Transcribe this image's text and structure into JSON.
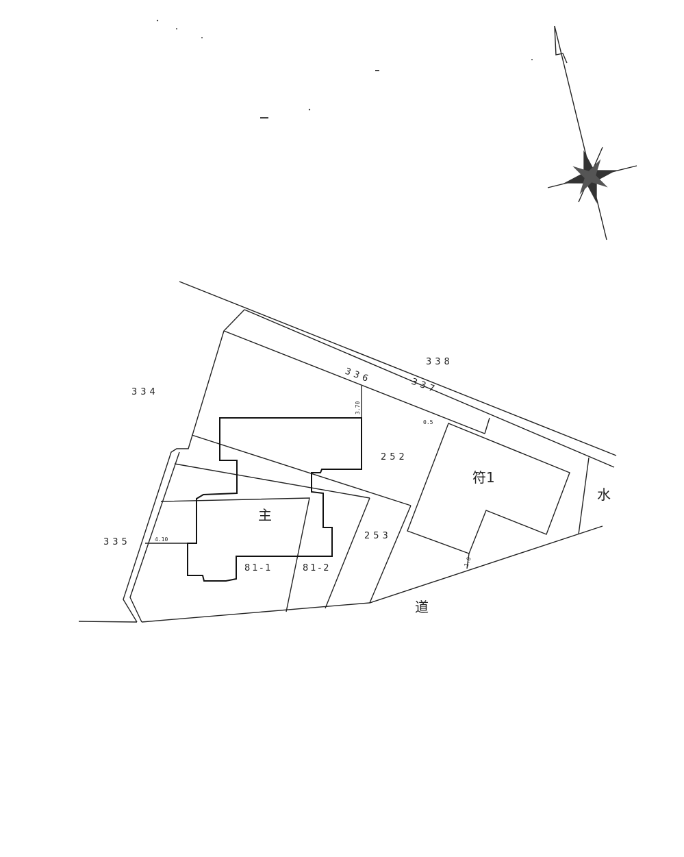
{
  "parcels": {
    "p338": "338",
    "p336": "336",
    "p337": "337",
    "p334": "334",
    "p252": "252",
    "p253": "253",
    "p335": "335",
    "p81_1": "81-1",
    "p81_2": "81-2"
  },
  "buildings": {
    "main": "主",
    "annex": "符1"
  },
  "areas": {
    "water": "水",
    "road": "道"
  },
  "dimensions": {
    "d370": "3.70",
    "d05": "0.5",
    "d410": "4.10",
    "d10": "1.0"
  },
  "icons": {
    "north": "north-arrow-compass-icon"
  }
}
